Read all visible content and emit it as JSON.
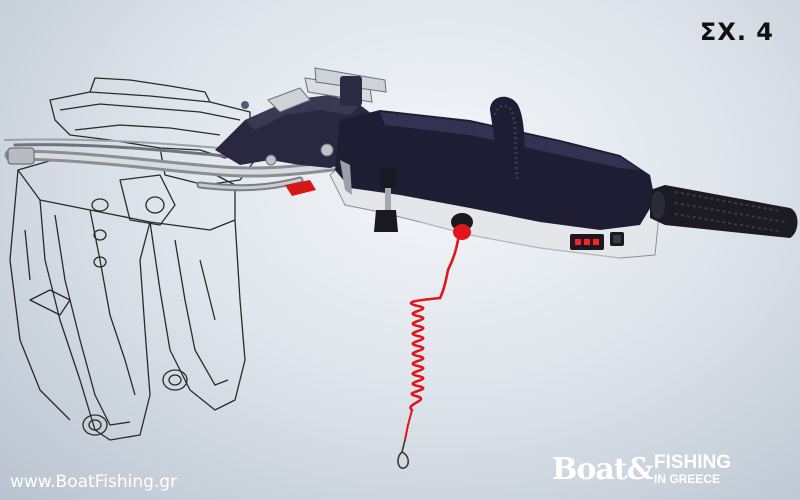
{
  "figure_label": "ΣΧ. 4",
  "watermark": {
    "url": "www.BoatFishing.gr",
    "logo_brand": "Boat",
    "logo_ampersand": "&",
    "logo_line1": "FISHING",
    "logo_line2": "IN GREECE"
  },
  "colors": {
    "background_light": "#f4f6f9",
    "background_dark": "#b9c3cf",
    "tiller_body": "#1f1d33",
    "tiller_base": "#e4e6ea",
    "kill_cord": "#e0161a",
    "indicator_red": "#ff2020"
  },
  "illustration": {
    "subject": "outboard-tiller-with-kill-switch-lanyard",
    "components": [
      "mount-bracket-wireframe",
      "throttle-cables",
      "tiller-arm",
      "grip-handle",
      "twist-grip",
      "kill-switch",
      "coiled-lanyard",
      "indicator-panel"
    ]
  }
}
